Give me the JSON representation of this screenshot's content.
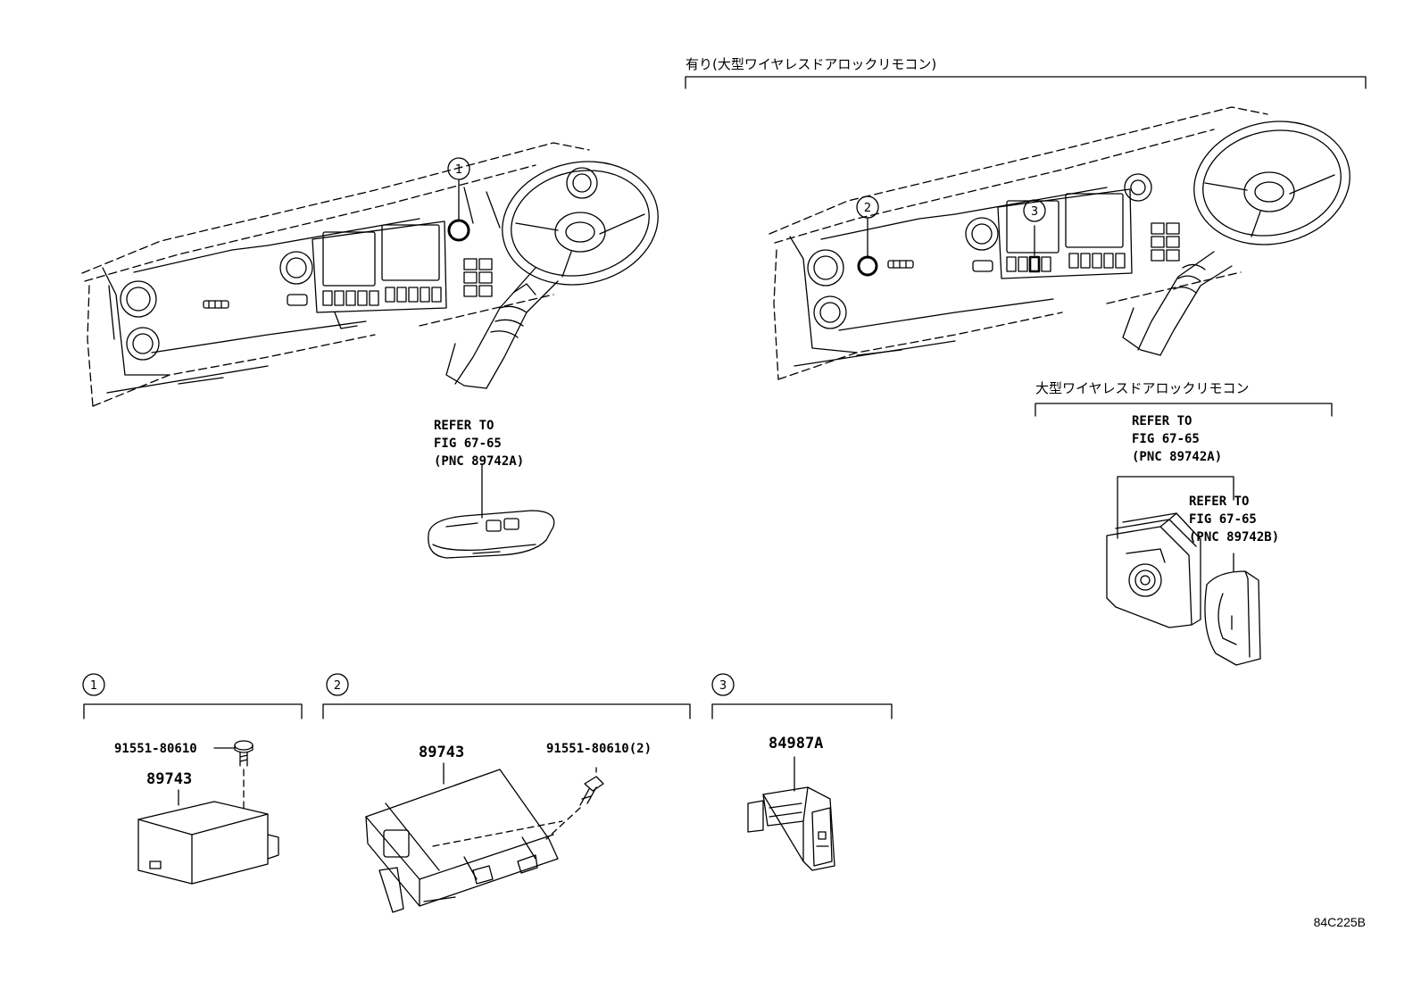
{
  "header": {
    "option_label": "有り(大型ワイヤレスドアロックリモコン)"
  },
  "remote_group": {
    "label": "大型ワイヤレスドアロックリモコン"
  },
  "callouts": [
    "1",
    "2",
    "3"
  ],
  "refer_left": {
    "line1": "REFER TO",
    "line2": "FIG 67-65",
    "line3": "(PNC 89742A)"
  },
  "refer_right_a": {
    "line1": "REFER TO",
    "line2": "FIG 67-65",
    "line3": "(PNC 89742A)"
  },
  "refer_right_b": {
    "line1": "REFER TO",
    "line2": "FIG 67-65",
    "line3": "(PNC 89742B)"
  },
  "section1": {
    "bolt_part": "91551-80610",
    "unit_part": "89743"
  },
  "section2": {
    "unit_part": "89743",
    "bolt_part": "91551-80610(2)"
  },
  "section3": {
    "switch_part": "84987A"
  },
  "figure_code": "84C225B"
}
